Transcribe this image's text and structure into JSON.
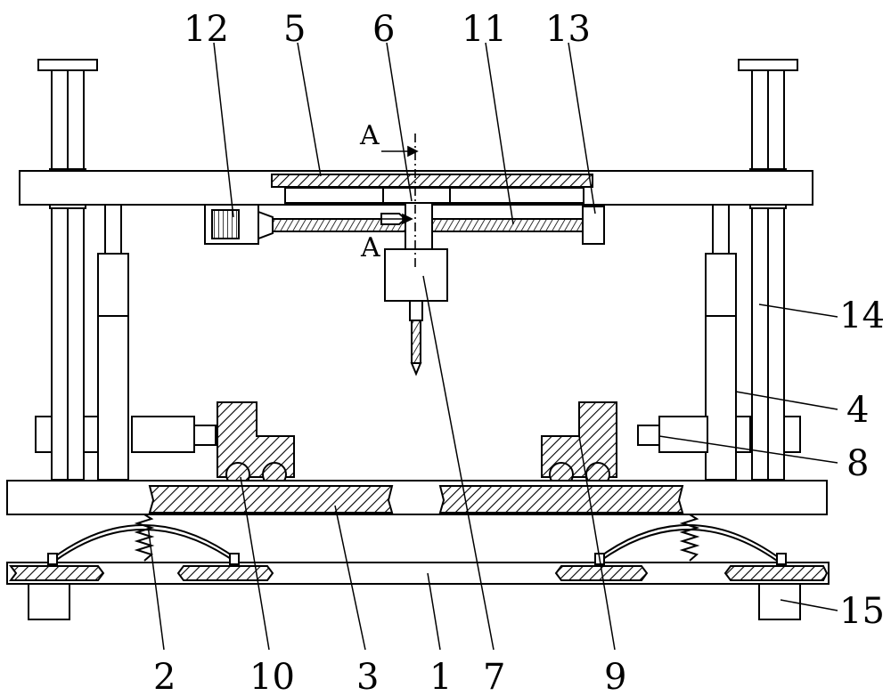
{
  "labels": {
    "l12": "12",
    "l5": "5",
    "l6": "6",
    "l11": "11",
    "l13": "13",
    "l14": "14",
    "l4": "4",
    "l8": "8",
    "l15": "15",
    "l2": "2",
    "l10": "10",
    "l3": "3",
    "l1": "1",
    "l7": "7",
    "l9": "9"
  },
  "section_marks": {
    "top": "A",
    "bottom": "A"
  },
  "colors": {
    "stroke": "#000000",
    "fill": "#ffffff"
  }
}
